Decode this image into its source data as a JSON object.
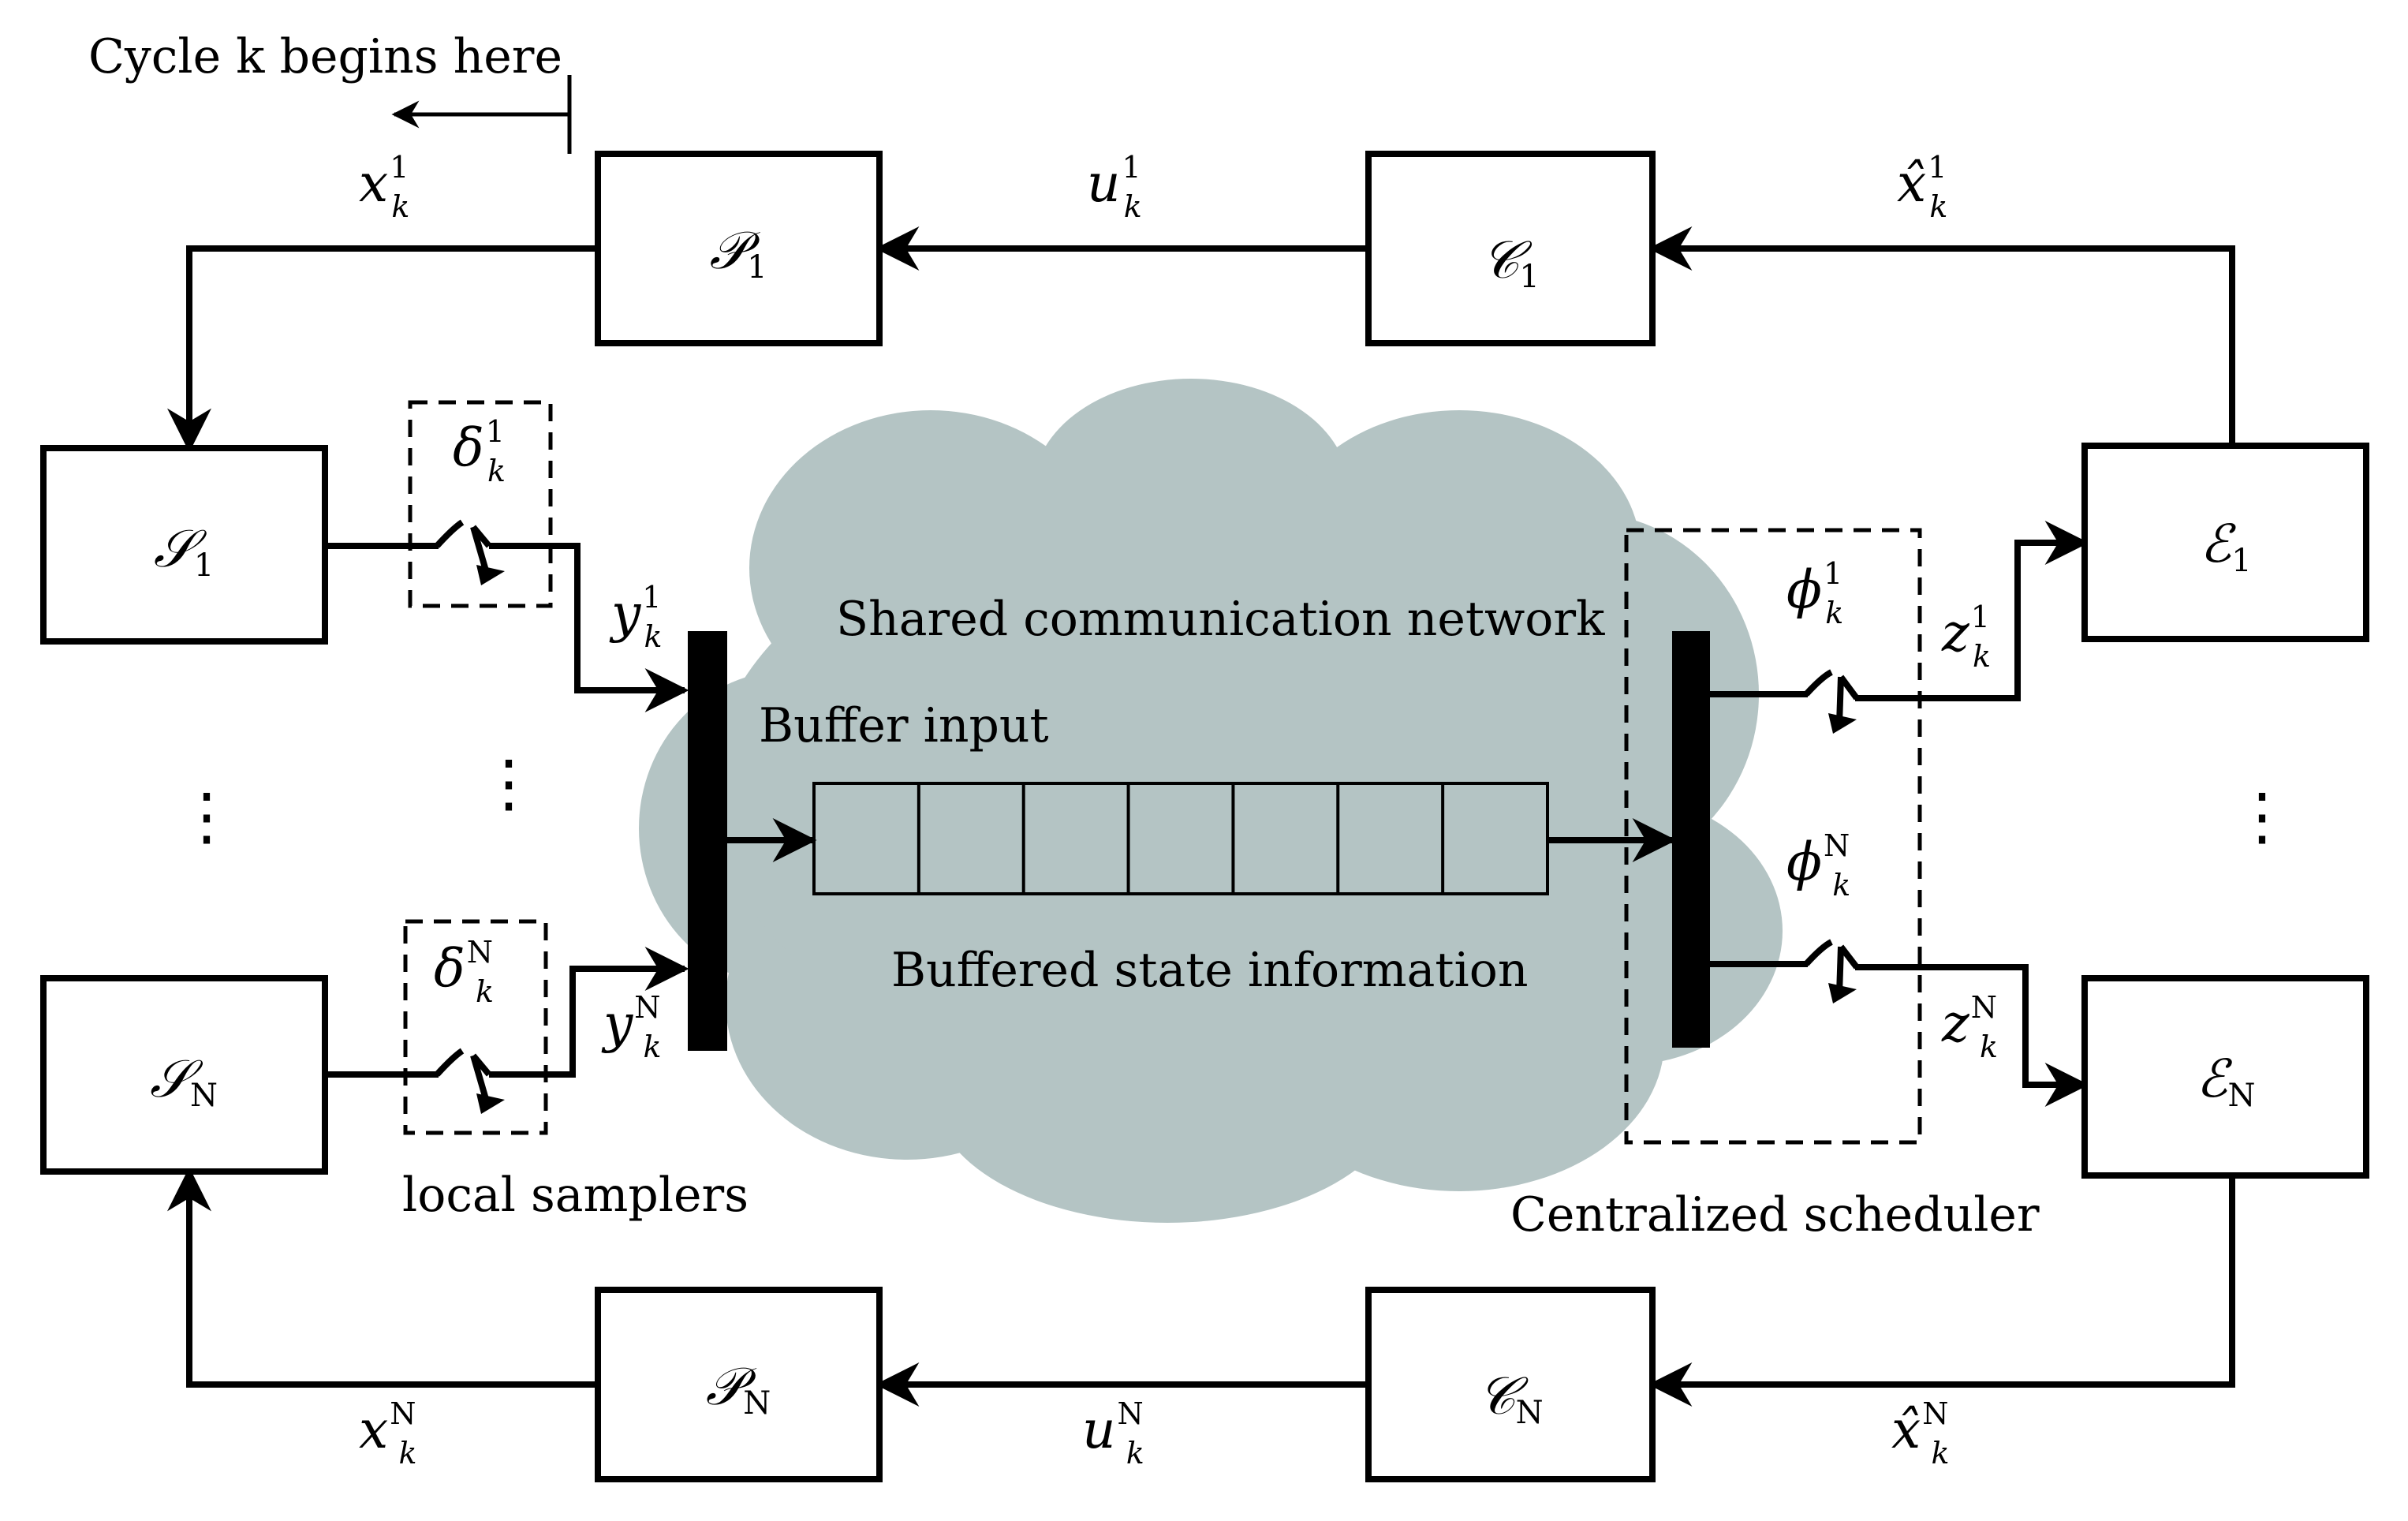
{
  "cycle_label": "Cycle k begins here",
  "cloud_label": "Shared communication network",
  "buffer_input_label": "Buffer input",
  "buffer_state_label": "Buffered state information",
  "local_samplers_label": "local samplers",
  "scheduler_label": "Centralized scheduler",
  "buffer_cells": 7,
  "blocks": {
    "P1": {
      "base": "𝒫",
      "sub": "1"
    },
    "PN": {
      "base": "𝒫",
      "sub": "N"
    },
    "C1": {
      "base": "𝒞",
      "sub": "1"
    },
    "CN": {
      "base": "𝒞",
      "sub": "N"
    },
    "S1": {
      "base": "𝒮",
      "sub": "1"
    },
    "SN": {
      "base": "𝒮",
      "sub": "N"
    },
    "E1": {
      "base": "ℰ",
      "sub": "1"
    },
    "EN": {
      "base": "ℰ",
      "sub": "N"
    }
  },
  "signals": {
    "x1": {
      "base": "x",
      "sup": "1",
      "sub": "k"
    },
    "xN": {
      "base": "x",
      "sup": "N",
      "sub": "k"
    },
    "u1": {
      "base": "u",
      "sup": "1",
      "sub": "k"
    },
    "uN": {
      "base": "u",
      "sup": "N",
      "sub": "k"
    },
    "xhat1": {
      "base": "x̂",
      "sup": "1",
      "sub": "k"
    },
    "xhatN": {
      "base": "x̂",
      "sup": "N",
      "sub": "k"
    },
    "y1": {
      "base": "y",
      "sup": "1",
      "sub": "k"
    },
    "yN": {
      "base": "y",
      "sup": "N",
      "sub": "k"
    },
    "z1": {
      "base": "z",
      "sup": "1",
      "sub": "k"
    },
    "zN": {
      "base": "z",
      "sup": "N",
      "sub": "k"
    },
    "delta1": {
      "base": "δ",
      "sup": "1",
      "sub": "k"
    },
    "deltaN": {
      "base": "δ",
      "sup": "N",
      "sub": "k"
    },
    "phi1": {
      "base": "ϕ",
      "sup": "1",
      "sub": "k"
    },
    "phiN": {
      "base": "ϕ",
      "sup": "N",
      "sub": "k"
    }
  },
  "ellipsis": "⋮",
  "colors": {
    "cloud": "#b4c4c4",
    "line": "#000000",
    "background": "#ffffff"
  }
}
